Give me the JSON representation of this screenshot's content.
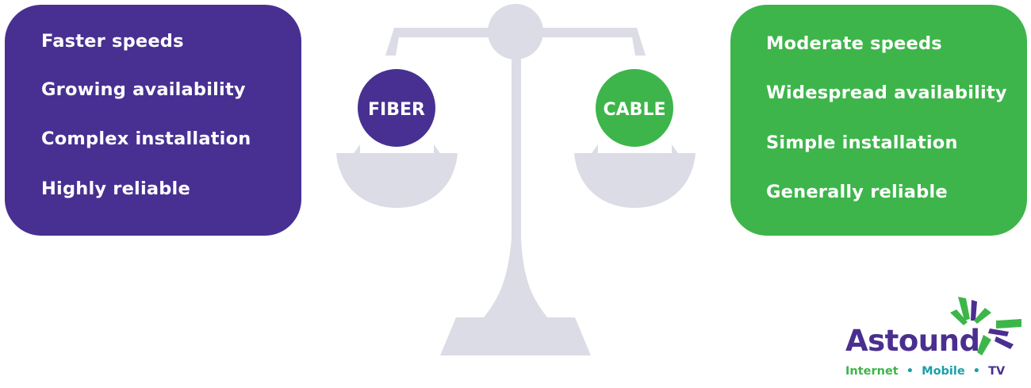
{
  "colors": {
    "fiber": "#483092",
    "cable": "#3db54a",
    "scale": "#dcdce6",
    "logo_purple": "#4a2f90",
    "logo_green": "#3db54a",
    "logo_teal": "#1aa0a8"
  },
  "fiber_panel": {
    "items": [
      "Faster speeds",
      "Growing availability",
      "Complex installation",
      "Highly reliable"
    ]
  },
  "cable_panel": {
    "items": [
      "Moderate speeds",
      "Widespread availability",
      "Simple installation",
      "Generally reliable"
    ]
  },
  "scale": {
    "left_label": "FIBER",
    "right_label": "CABLE"
  },
  "logo": {
    "wordmark": "Astound",
    "tagline": [
      "Internet",
      "Mobile",
      "TV"
    ],
    "separator": "•"
  }
}
